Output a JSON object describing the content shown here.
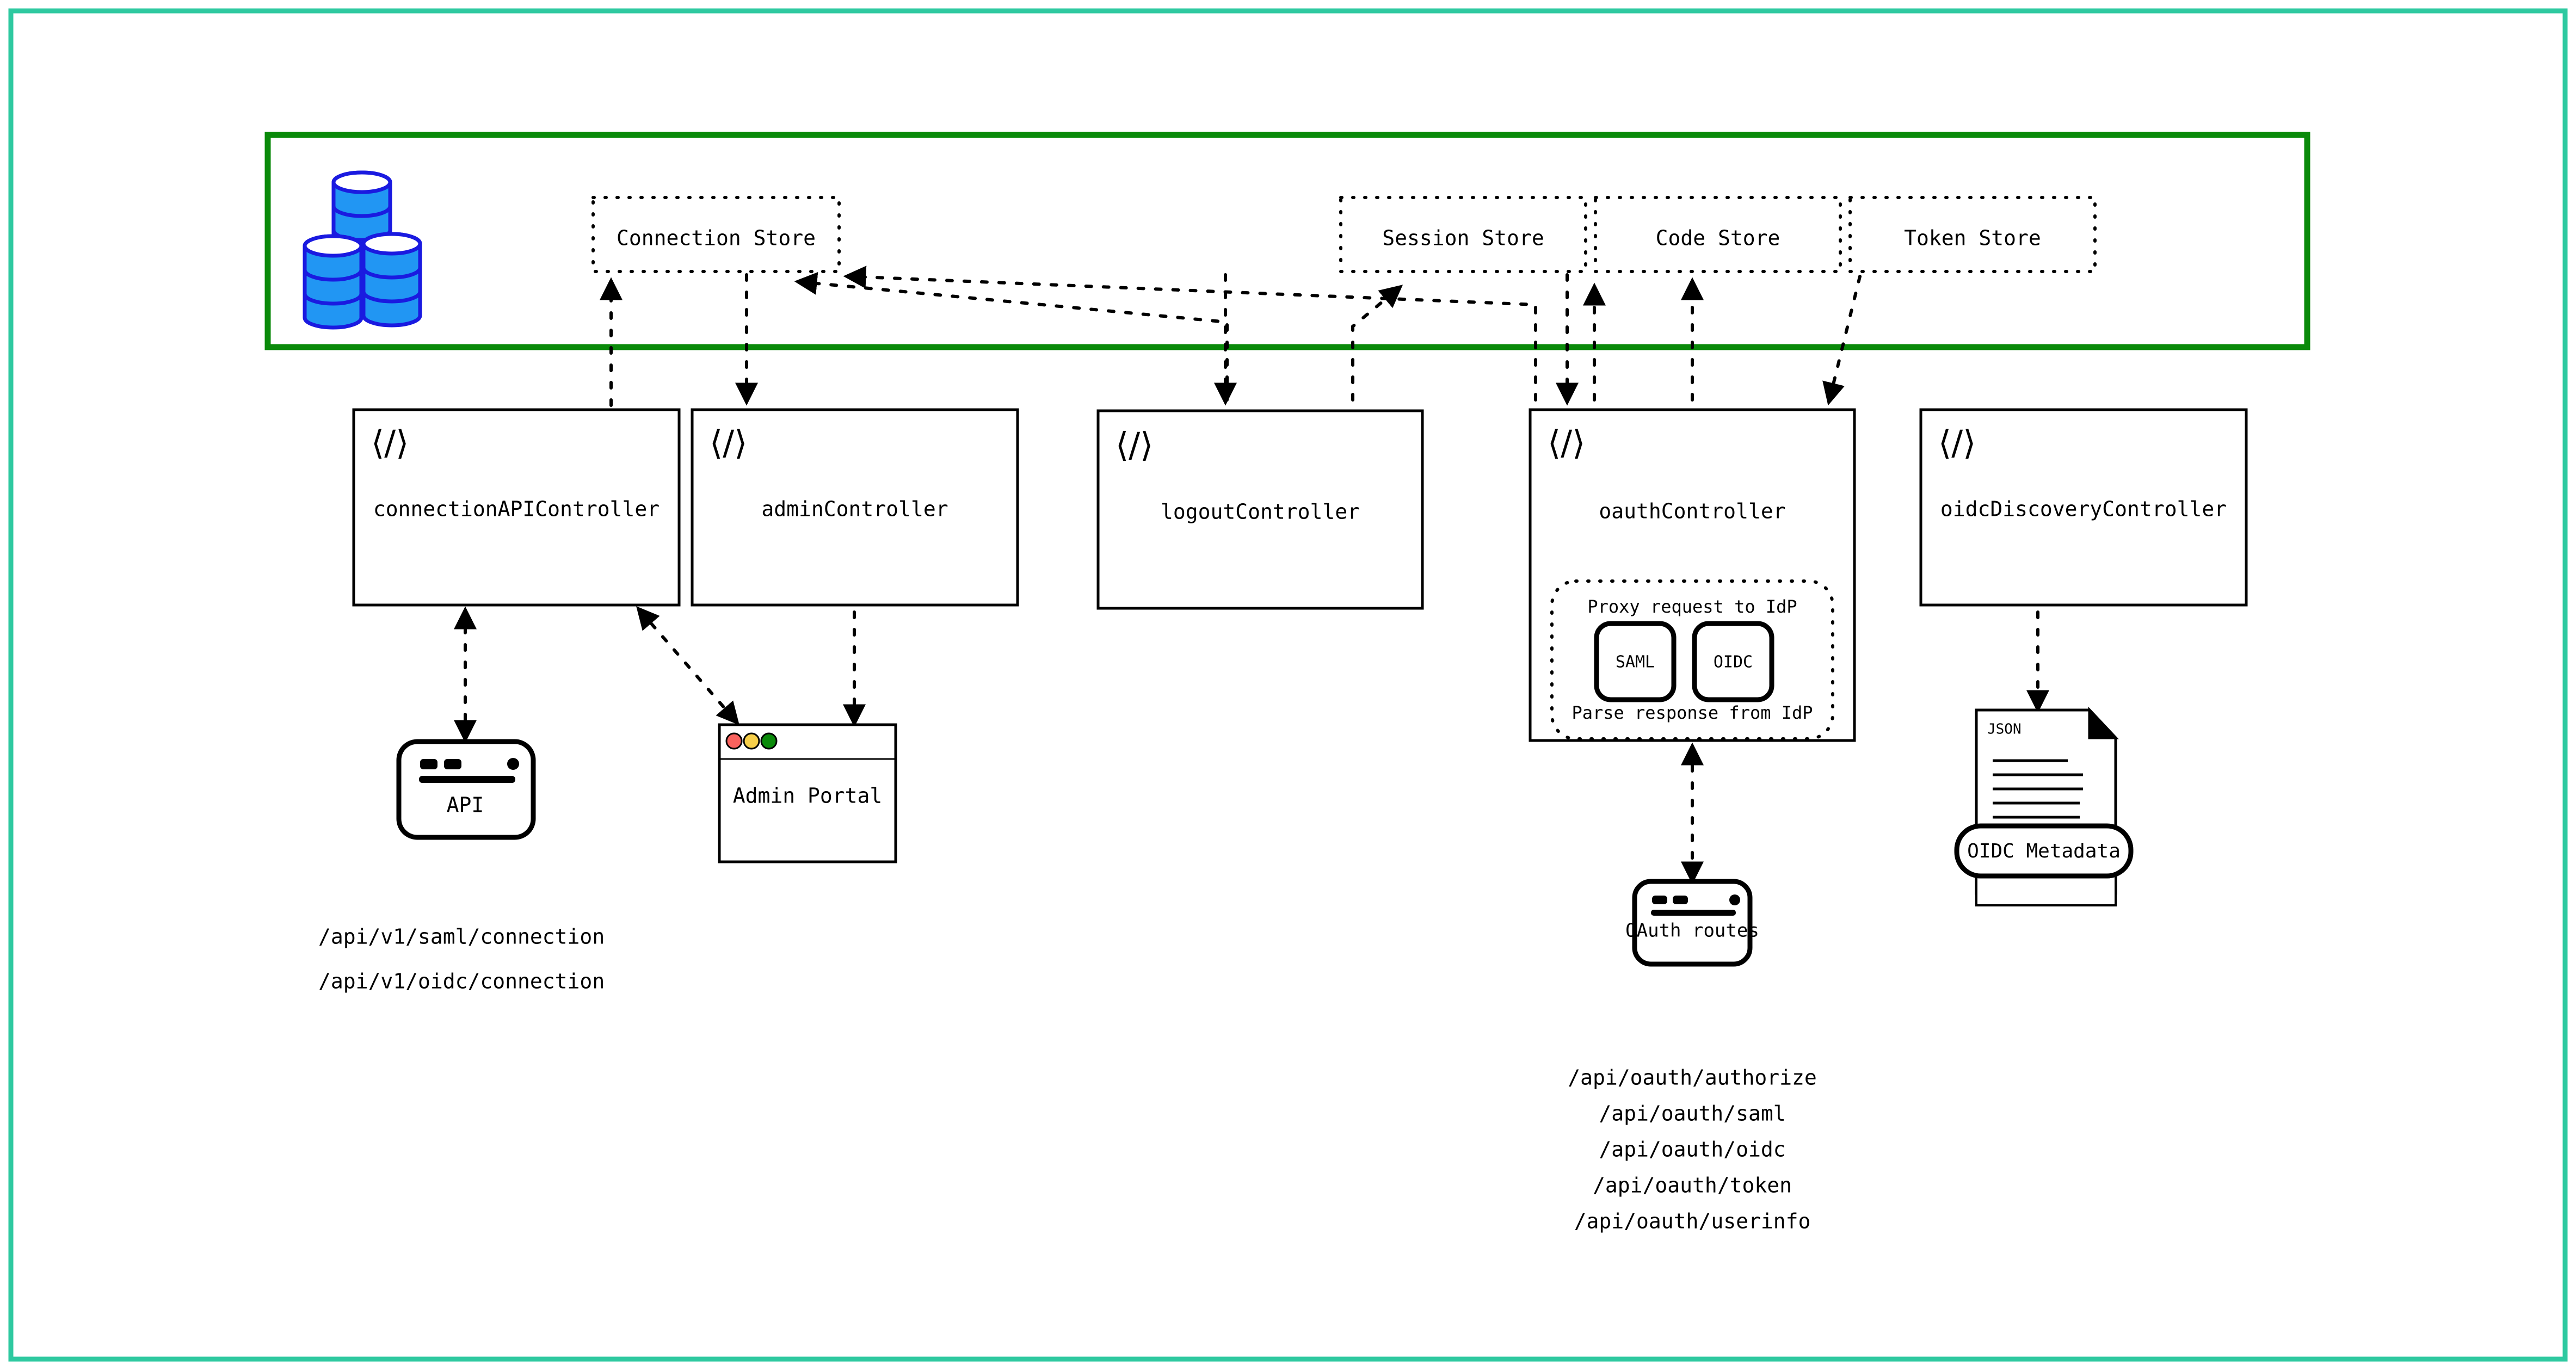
{
  "frame": {
    "outer_border_color": "#2ec9a0",
    "container_border_color": "#0a8a0a"
  },
  "datastore": {
    "icon_name": "database-cluster-icon",
    "color": "#2196f3",
    "outline_color": "#1a1ae0"
  },
  "stores": [
    {
      "id": "connection-store",
      "label": "Connection Store"
    },
    {
      "id": "session-store",
      "label": "Session Store"
    },
    {
      "id": "code-store",
      "label": "Code Store"
    },
    {
      "id": "token-store",
      "label": "Token Store"
    }
  ],
  "controllers": [
    {
      "id": "connection-api-controller",
      "label": "connectionAPIController",
      "icon": "code-icon"
    },
    {
      "id": "admin-controller",
      "label": "adminController",
      "icon": "code-icon"
    },
    {
      "id": "logout-controller",
      "label": "logoutController",
      "icon": "code-icon"
    },
    {
      "id": "oauth-controller",
      "label": "oauthController",
      "icon": "code-icon"
    },
    {
      "id": "oidc-discovery-controller",
      "label": "oidcDiscoveryController",
      "icon": "code-icon"
    }
  ],
  "oauth_panel": {
    "top_label": "Proxy request to IdP",
    "bottom_label": "Parse response from IdP",
    "protocols": [
      {
        "id": "saml-box",
        "label": "SAML"
      },
      {
        "id": "oidc-box",
        "label": "OIDC"
      }
    ]
  },
  "clients": {
    "api": {
      "label": "API",
      "icon": "device-window-icon"
    },
    "admin_portal": {
      "label": "Admin Portal",
      "icon": "browser-window-icon",
      "traffic_lights": [
        "#f9625e",
        "#f7cf4a",
        "#0a8a0a"
      ]
    },
    "oauth_routes": {
      "label": "OAuth routes",
      "icon": "device-window-icon"
    },
    "oidc_metadata": {
      "label": "OIDC Metadata",
      "doc_badge": "JSON",
      "icon": "json-document-icon"
    }
  },
  "endpoints": {
    "connection_api": [
      "/api/v1/saml/connection",
      "/api/v1/oidc/connection"
    ],
    "oauth": [
      "/api/oauth/authorize",
      "/api/oauth/saml",
      "/api/oauth/oidc",
      "/api/oauth/token",
      "/api/oauth/userinfo"
    ]
  }
}
